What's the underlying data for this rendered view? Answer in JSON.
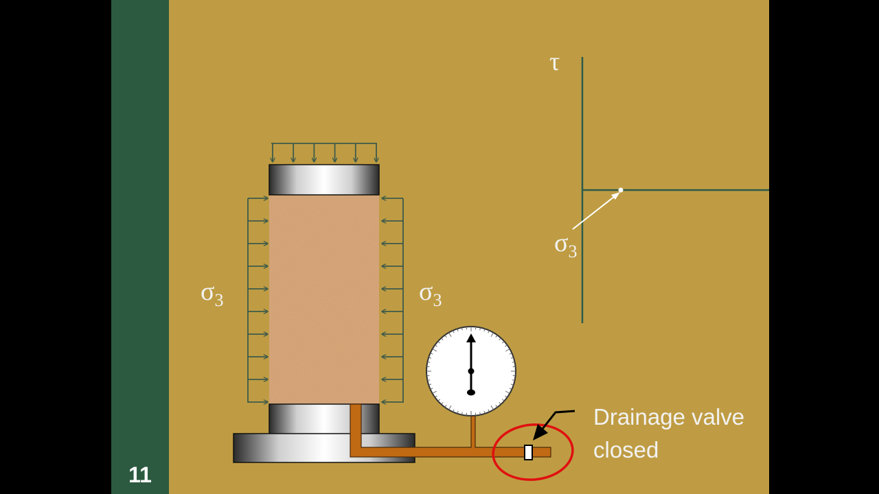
{
  "slide": {
    "number": "11",
    "colors": {
      "background": "#BF9C43",
      "sidebar": "#2C5A40",
      "axis": "#2E5A4A",
      "arrows": "#3E5A4A",
      "pipe": "#C06A14",
      "valve_circle": "#E01010"
    }
  },
  "apparatus": {
    "sigma_left": {
      "symbol": "σ",
      "subscript": "3"
    },
    "sigma_right": {
      "symbol": "σ",
      "subscript": "3"
    }
  },
  "mohr_plot": {
    "tau_label": "τ",
    "sigma_label": {
      "symbol": "σ",
      "subscript": "3"
    }
  },
  "valve": {
    "label_line1": "Drainage valve",
    "label_line2": "closed"
  }
}
